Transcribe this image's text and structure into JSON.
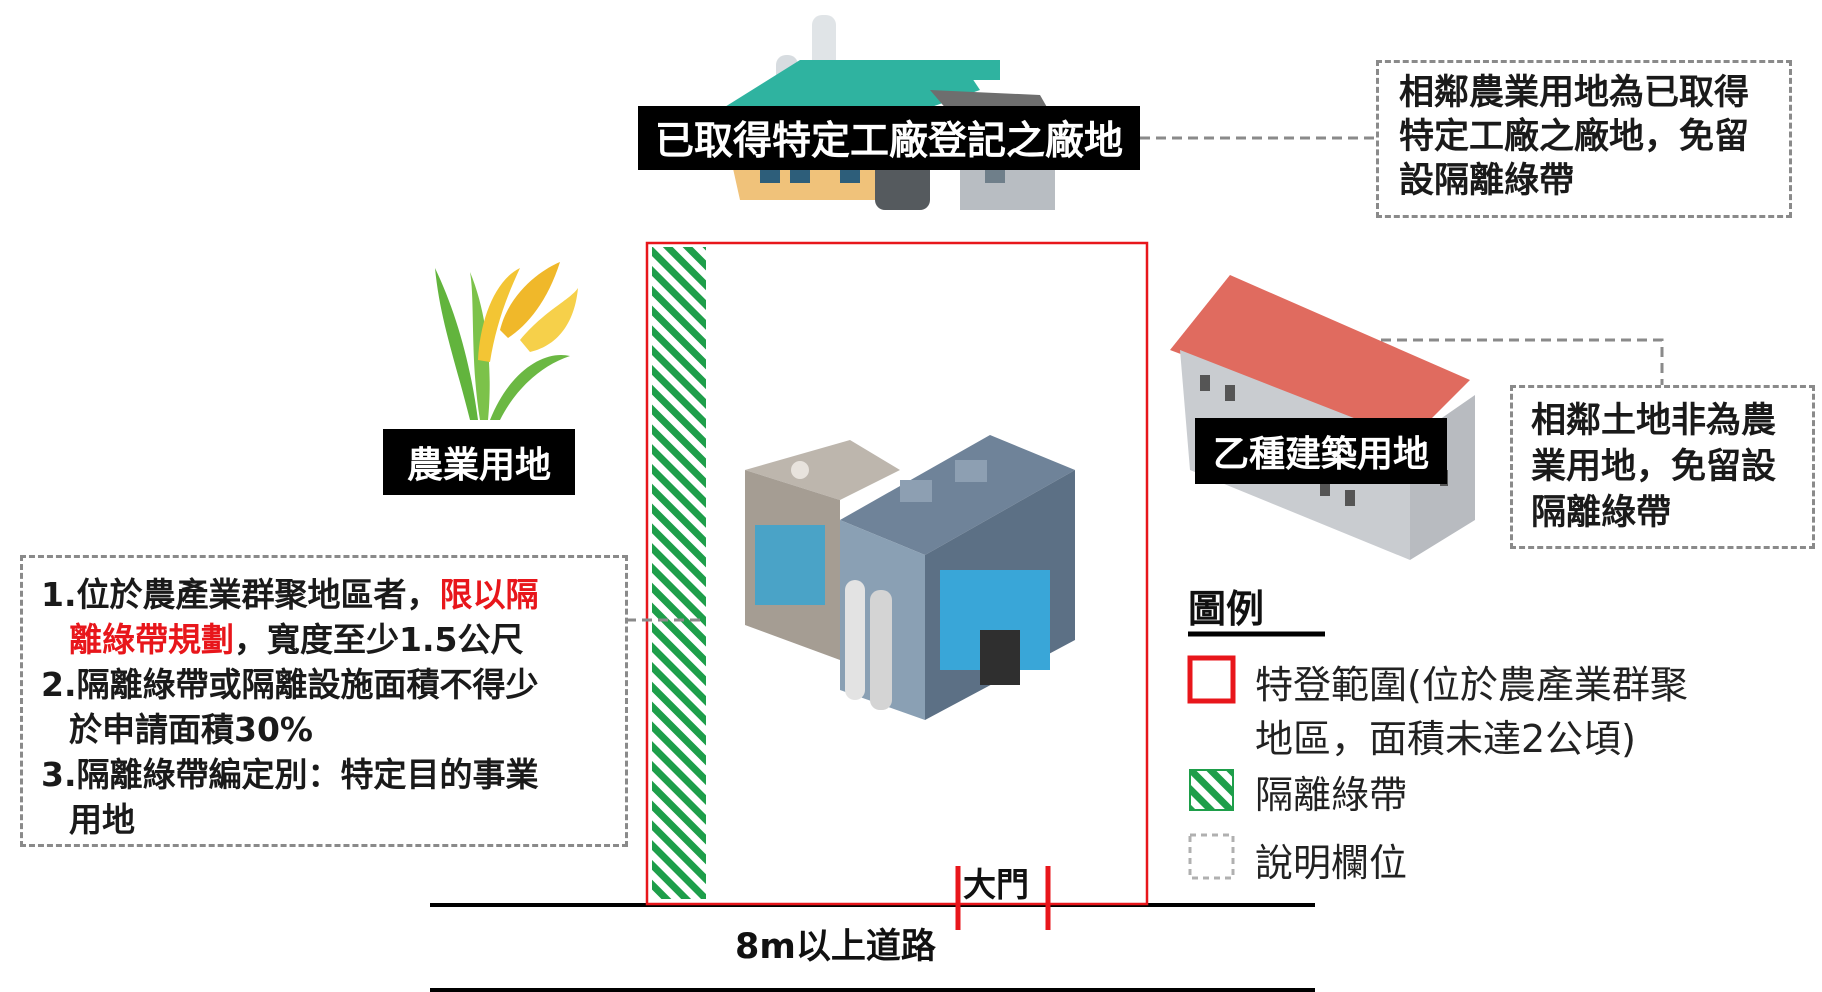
{
  "labels": {
    "top_factory": "已取得特定工廠登記之廠地",
    "agri_land": "農業用地",
    "building_land": "乙種建築用地",
    "main_gate": "大門",
    "road": "8m以上道路"
  },
  "notes": {
    "top_right": [
      "相鄰農業用地為已取得",
      "特定工廠之廠地，免留",
      "設隔離綠帶"
    ],
    "right": [
      "相鄰土地非為農",
      "業用地，免留設",
      "隔離綠帶"
    ],
    "left": {
      "line1_normal": "1.位於農產業群聚地區者，",
      "line1_red": "限以隔",
      "line2_red": "離綠帶規劃",
      "line2_normal": "，寬度至少1.5公尺",
      "line3": "2.隔離綠帶或隔離設施面積不得少",
      "line4": "於申請面積30%",
      "line5": "3.隔離綠帶編定別：特定目的事業",
      "line6": "用地"
    }
  },
  "legend": {
    "title": "圖例",
    "items": [
      {
        "key": "special_area",
        "lines": [
          "特登範圍(位於農產業群聚",
          "地區，面積未達2公頃)"
        ],
        "icon": "red-outline-square-icon",
        "color": "#e8161b"
      },
      {
        "key": "buffer",
        "lines": [
          "隔離綠帶"
        ],
        "icon": "green-hatched-square-icon",
        "color": "#1e9e4a"
      },
      {
        "key": "note",
        "lines": [
          "說明欄位"
        ],
        "icon": "gray-dashed-square-icon",
        "color": "#9a9a9a"
      }
    ]
  },
  "colors": {
    "site_boundary": "#e8161b",
    "buffer_green": "#1e9e4a",
    "note_border": "#8a8a8a",
    "label_bg": "#000000"
  }
}
